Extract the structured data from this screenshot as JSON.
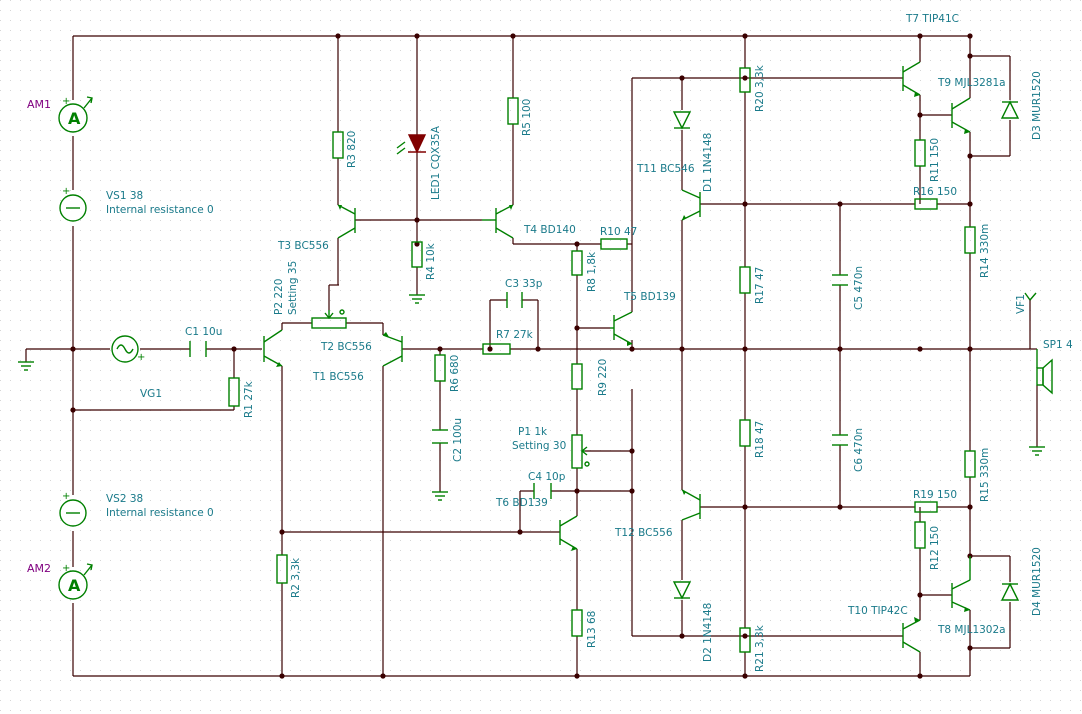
{
  "colors": {
    "wire": "#3a0000",
    "component": "#008000",
    "label": "#1a7a8a",
    "meter_label": "#800080",
    "led": "#800000",
    "background": "#ffffff",
    "grid_dot": "#d0d0d0"
  },
  "labels": {
    "AM1": "AM1",
    "AM2": "AM2",
    "VS1": "VS1 38",
    "VS1_ir": "Internal resistance 0",
    "VS2": "VS2 38",
    "VS2_ir": "Internal resistance 0",
    "VG1": "VG1",
    "C1": "C1 10u",
    "R1": "R1 27k",
    "R2": "R2 3,3k",
    "P2": "P2 220",
    "P2_set": "Setting 35",
    "T1": "T1 BC556",
    "T2": "T2 BC556",
    "T3": "T3 BC556",
    "R3": "R3 820",
    "LED1": "LED1 CQX35A",
    "R4": "R4 10k",
    "R5": "R5 100",
    "T4": "T4 BD140",
    "R10": "R10 47",
    "R8": "R8 1,8k",
    "C3": "C3 33p",
    "R7": "R7 27k",
    "R6": "R6 680",
    "C2": "C2 100u",
    "T5": "T5 BD139",
    "R9": "R9 220",
    "P1": "P1 1k",
    "P1_set": "Setting 30",
    "C4": "C4 10p",
    "T6": "T6 BD139",
    "R13": "R13 68",
    "T11": "T11 BC546",
    "D1": "D1 1N4148",
    "T12": "T12 BC556",
    "D2": "D2 1N4148",
    "R20": "R20 3,3k",
    "R17": "R17 47",
    "R18": "R18 47",
    "R21": "R21 3,3k",
    "C5": "C5 470n",
    "C6": "C6 470n",
    "T7": "T7 TIP41C",
    "T9": "T9 MJL3281a",
    "R11": "R11 150",
    "R16": "R16 150",
    "R14": "R14 330m",
    "D3": "D3 MUR1520",
    "VF1": "VF1",
    "SP1": "SP1 4",
    "R15": "R15 330m",
    "R19": "R19 150",
    "R12": "R12 150",
    "D4": "D4 MUR1520",
    "T10": "T10 TIP42C",
    "T8": "T8 MJL1302a",
    "ammeter_glyph": "A",
    "plus": "+",
    "minus": "-"
  }
}
